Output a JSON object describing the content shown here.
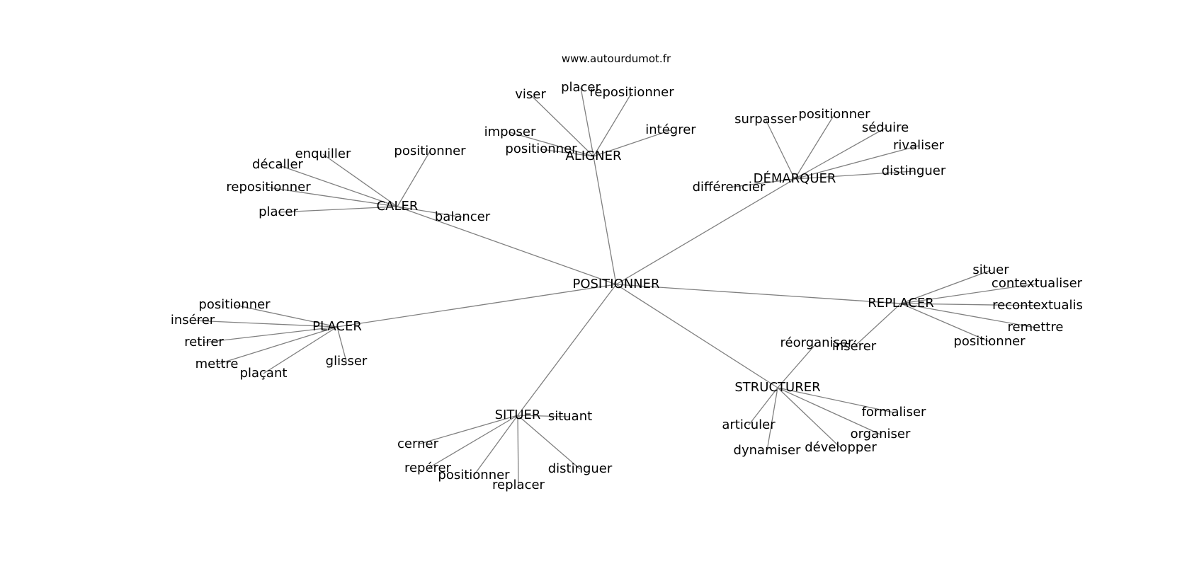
{
  "credit": "www.autourdumot.fr",
  "colors": {
    "edge": "#808080",
    "text": "#000000",
    "background": "#ffffff"
  },
  "graph": {
    "center": "POSITIONNER",
    "branches": [
      {
        "id": "aligner",
        "label": "ALIGNER",
        "children": [
          "viser",
          "placer",
          "repositionner",
          "imposer",
          "positionner",
          "intégrer"
        ]
      },
      {
        "id": "demarquer",
        "label": "DÉMARQUER",
        "children": [
          "surpasser",
          "positionner",
          "séduire",
          "rivaliser",
          "distinguer",
          "différencier"
        ]
      },
      {
        "id": "caler",
        "label": "CALER",
        "children": [
          "enquiller",
          "décaller",
          "repositionner",
          "placer",
          "positionner",
          "balancer"
        ]
      },
      {
        "id": "replacer",
        "label": "REPLACER",
        "children": [
          "situer",
          "contextualiser",
          "recontextualis",
          "remettre",
          "positionner",
          "insérer"
        ]
      },
      {
        "id": "placer",
        "label": "PLACER",
        "children": [
          "positionner",
          "insérer",
          "retirer",
          "mettre",
          "plaçant",
          "glisser"
        ]
      },
      {
        "id": "structurer",
        "label": "STRUCTURER",
        "children": [
          "réorganiser",
          "formaliser",
          "articuler",
          "organiser",
          "développer",
          "dynamiser"
        ]
      },
      {
        "id": "situer",
        "label": "SITUER",
        "children": [
          "situant",
          "cerner",
          "repérer",
          "positionner",
          "replacer",
          "distinguer"
        ]
      }
    ]
  }
}
